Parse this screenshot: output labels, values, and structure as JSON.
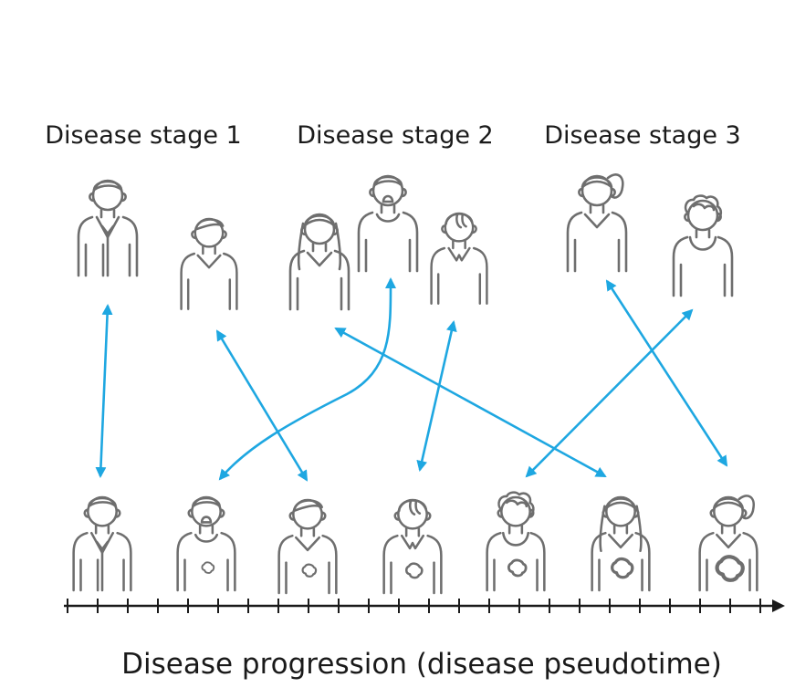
{
  "stages": [
    {
      "label": "Disease stage 1"
    },
    {
      "label": "Disease stage 2"
    },
    {
      "label": "Disease stage 3"
    }
  ],
  "axis": {
    "label": "Disease progression (disease pseudotime)"
  },
  "colors": {
    "arrow": "#1ea7e1",
    "outline": "#6e6e6e",
    "lesions": [
      "#a6a83a",
      "#b39a3a",
      "#b8782e",
      "#c9682a",
      "#c94a2a",
      "#c8202e"
    ]
  },
  "icons": {
    "person": "person-icon",
    "lesion": "lesion-icon",
    "arrow": "double-headed-arrow"
  }
}
